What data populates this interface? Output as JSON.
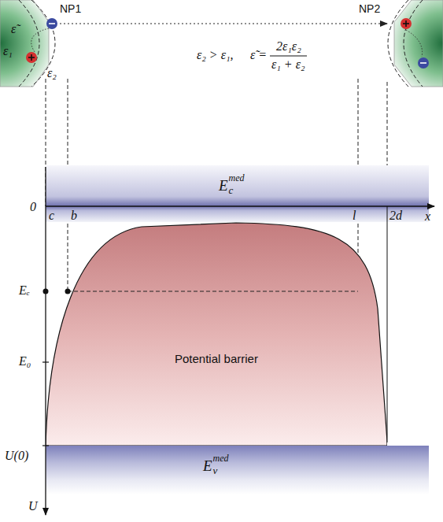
{
  "diagram": {
    "nodes": [
      {
        "text": [
          "E",
          "c",
          "med"
        ]
      },
      {
        "text": [
          "Potential barrier"
        ]
      },
      {
        "text": [
          "E",
          "v",
          "med"
        ]
      }
    ],
    "labels": [
      "NP1",
      "NP2",
      "ε̃",
      "ε₁",
      "ε₂",
      "ε₂ > ε₁,",
      "ε̃ =",
      "2ε₁ε₂",
      "ε₁ + ε₂",
      "0",
      "c",
      "b",
      "l",
      "2d",
      "x",
      "Eₑ",
      "E₀",
      "U(0)",
      "U"
    ]
  }
}
